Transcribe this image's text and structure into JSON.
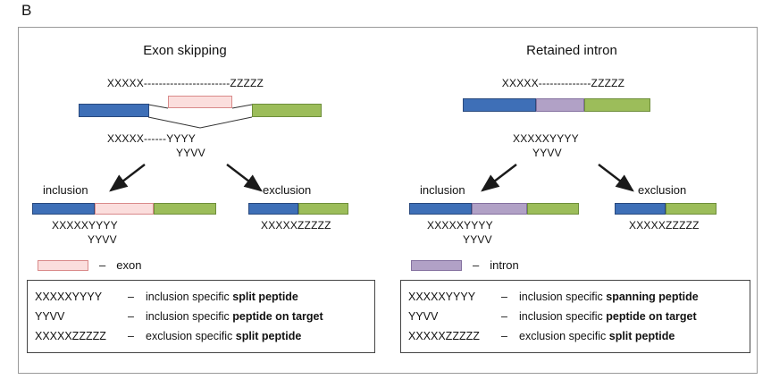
{
  "panel_label": "B",
  "colors": {
    "blue-fill": "#3e6fb7",
    "blue-stroke": "#29497e",
    "green-fill": "#9cbd5a",
    "green-stroke": "#6e8e3b",
    "exon-fill": "#fbdedd",
    "exon-stroke": "#d98a8a",
    "intron-fill": "#b1a1c6",
    "intron-stroke": "#84719f",
    "line": "#1a1a1a",
    "frame": "#999999"
  },
  "exon_skipping": {
    "title": "Exon skipping",
    "pre_mrna_sequence": "XXXXX-----------------------ZZZZZ",
    "junction_sequence": "XXXXX------YYYY",
    "on_target_sequence": "YYVV",
    "inclusion": {
      "label": "inclusion",
      "sequence1": "XXXXXYYYY",
      "sequence2": "YYVV"
    },
    "exclusion": {
      "label": "exclusion",
      "sequence": "XXXXXZZZZZ"
    },
    "swatch": {
      "dash": "–",
      "label": "exon"
    },
    "legend": [
      {
        "code": "XXXXXYYYY",
        "dash": "–",
        "prefix": "inclusion specific ",
        "bold": "split peptide"
      },
      {
        "code": "YYVV",
        "dash": "–",
        "prefix": "inclusion specific ",
        "bold": "peptide on target"
      },
      {
        "code": "XXXXXZZZZZ",
        "dash": "–",
        "prefix": "exclusion specific ",
        "bold": "split peptide"
      }
    ]
  },
  "retained_intron": {
    "title": "Retained intron",
    "pre_mrna_sequence": "XXXXX--------------ZZZZZ",
    "junction_sequence": "XXXXXYYYY",
    "on_target_sequence": "YYVV",
    "inclusion": {
      "label": "inclusion",
      "sequence1": "XXXXXYYYY",
      "sequence2": "YYVV"
    },
    "exclusion": {
      "label": "exclusion",
      "sequence": "XXXXXZZZZZ"
    },
    "swatch": {
      "dash": "–",
      "label": "intron"
    },
    "legend": [
      {
        "code": "XXXXXYYYY",
        "dash": "–",
        "prefix": "inclusion specific ",
        "bold": "spanning peptide"
      },
      {
        "code": "YYVV",
        "dash": "–",
        "prefix": "inclusion specific ",
        "bold": "peptide on target"
      },
      {
        "code": "XXXXXZZZZZ",
        "dash": "–",
        "prefix": "exclusion specific ",
        "bold": "split peptide"
      }
    ]
  }
}
